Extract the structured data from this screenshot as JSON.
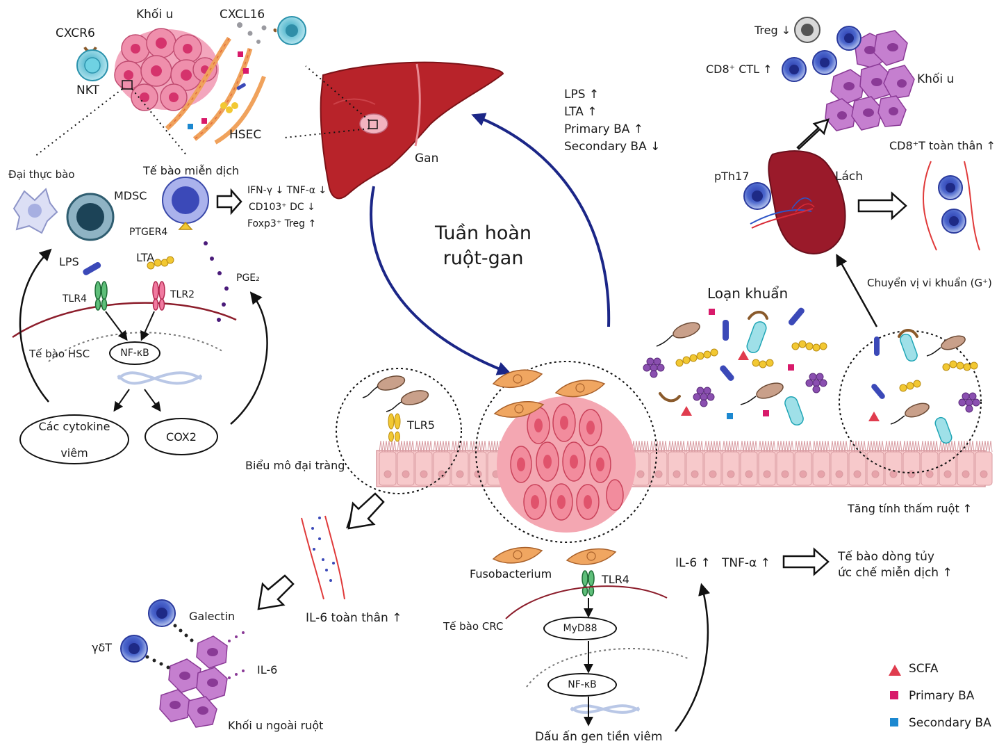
{
  "colors": {
    "liver": "#b8232a",
    "navy_arrow": "#1b2687",
    "tumor_pink": "#ec8aa8",
    "tumor_purple": "#c57fcf",
    "epithelium": "#f7c9cb",
    "fuso_orange": "#f0a661",
    "immune_blue": "#3f5ec6",
    "nkt_cyan": "#5fc6da",
    "spleen": "#9a1a2a",
    "scfa": "#e03c4e",
    "primary_ba": "#d81a6a",
    "secondary_ba": "#1c88d0"
  },
  "center": {
    "title_line1": "Tuần hoàn",
    "title_line2": "ruột-gan"
  },
  "liver_panel": {
    "tumor": "Khối u",
    "cxcl16": "CXCL16",
    "cxcr6": "CXCR6",
    "nkt": "NKT",
    "hsec": "HSEC",
    "liver": "Gan"
  },
  "liver_metabolites": {
    "lps": "LPS ↑",
    "lta": "LTA ↑",
    "primary_ba": "Primary BA ↑",
    "secondary_ba": "Secondary BA ↓"
  },
  "immune_panel": {
    "macrophage": "Đại thực bào",
    "mdsc": "MDSC",
    "immune_cell": "Tế bào miễn dịch",
    "ptger4": "PTGER4",
    "effect1": "IFN-γ ↓ TNF-α ↓",
    "effect2": "CD103⁺ DC ↓",
    "effect3": "Foxp3⁺ Treg ↑"
  },
  "hsc_panel": {
    "lps": "LPS",
    "lta": "LTA",
    "tlr4": "TLR4",
    "tlr2": "TLR2",
    "pge2": "PGE₂",
    "hsc_cell": "Tế bào HSC",
    "nfkb": "NF-κB",
    "cytokine_line1": "Các cytokine",
    "cytokine_line2": "viêm",
    "cox2": "COX2"
  },
  "spleen_panel": {
    "treg": "Treg ↓",
    "cd8_ctl": "CD8⁺ CTL ↑",
    "tumor": "Khối u",
    "systemic_cd8": "CD8⁺T toàn thân ↑",
    "pth17": "pTh17",
    "spleen": "Lách",
    "translocation": "Chuyển vị vi khuẩn (G⁺)"
  },
  "gut_panel": {
    "dysbiosis": "Loạn khuẩn",
    "tlr5": "TLR5",
    "colon_epithelium": "Biểu mô đại tràng",
    "permeability": "Tăng tính thấm ruột ↑",
    "fusobacterium": "Fusobacterium"
  },
  "crc_panel": {
    "tlr4": "TLR4",
    "crc_cell": "Tế bào CRC",
    "myd88": "MyD88",
    "nfkb": "NF-κB",
    "signature": "Dấu ấn gen tiền viêm",
    "cytokines": "IL-6 ↑   TNF-α ↑",
    "result_line1": "Tế bào dòng tủy",
    "result_line2": "ức chế miễn dịch ↑"
  },
  "extra_panel": {
    "systemic_il6": "IL-6 toàn thân ↑",
    "galectin": "Galectin",
    "gd_t": "γδT",
    "il6": "IL-6",
    "tumor": "Khối u ngoài ruột"
  },
  "legend": [
    {
      "label": "SCFA",
      "shape": "triangle",
      "color": "#e03c4e"
    },
    {
      "label": "Primary BA",
      "shape": "square",
      "color": "#d81a6a"
    },
    {
      "label": "Secondary BA",
      "shape": "square",
      "color": "#1c88d0"
    }
  ]
}
